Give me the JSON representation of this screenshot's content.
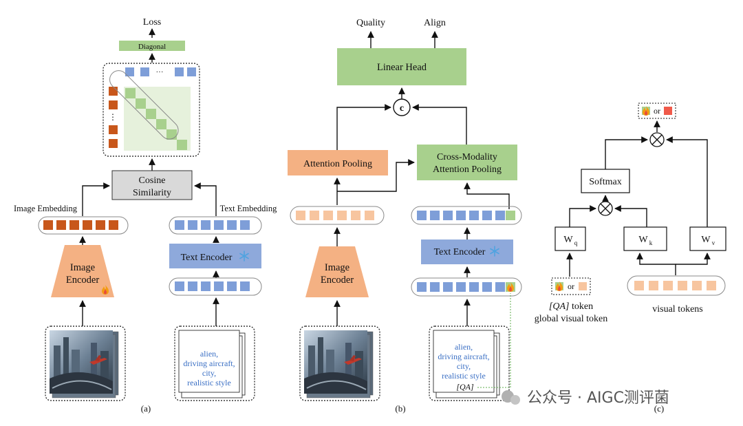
{
  "panel_a": {
    "loss": "Loss",
    "diagonal": "Diagonal",
    "dots_top": "···",
    "dots_left": "⋮",
    "cosine_line1": "Cosine",
    "cosine_line2": "Similarity",
    "image_embedding": "Image Embedding",
    "text_embedding": "Text Embedding",
    "image_encoder_line1": "Image",
    "image_encoder_line2": "Encoder",
    "text_encoder": "Text Encoder",
    "caption_lines": [
      "alien,",
      "driving aircraft,",
      "city,",
      "realistic style"
    ],
    "label": "(a)"
  },
  "panel_b": {
    "quality": "Quality",
    "align": "Align",
    "linear_head": "Linear Head",
    "concat": "c",
    "attention_pooling": "Attention Pooling",
    "cross_line1": "Cross-Modality",
    "cross_line2": "Attention Pooling",
    "image_encoder_line1": "Image",
    "image_encoder_line2": "Encoder",
    "text_encoder": "Text Encoder",
    "caption_lines": [
      "alien,",
      "driving aircraft,",
      "city,",
      "realistic style"
    ],
    "qa_tag": "[QA]",
    "label": "(b)"
  },
  "panel_c": {
    "output_or": "or",
    "softmax": "Softmax",
    "wq": "W",
    "wq_sub": "q",
    "wk": "W",
    "wk_sub": "k",
    "wv": "W",
    "wv_sub": "v",
    "input_or": "or",
    "qa_token_tag": "[QA]",
    "qa_token_word": " token",
    "global_visual_token": "global visual token",
    "visual_tokens": "visual tokens",
    "label": "(c)"
  },
  "watermark": "公众号 · AIGC测评菌",
  "colors": {
    "orange_token": "#c8571b",
    "blue_token": "#7e9ed8",
    "green": "#a8d08d",
    "peach": "#f4b183",
    "light_peach": "#f7c59f",
    "gray_box": "#d9d9d9",
    "text_blue": "#3a6fc4"
  }
}
